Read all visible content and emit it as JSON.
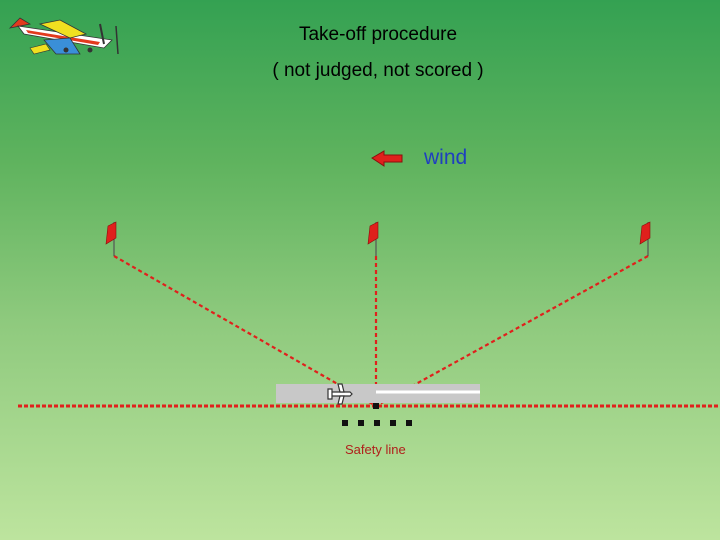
{
  "slide": {
    "title": "Take-off procedure",
    "subtitle": "( not judged, not scored )",
    "wind_label": "wind",
    "safety_label": "Safety line"
  },
  "icons": {
    "logo": "aerobatic-plane-logo-icon",
    "wind": "wind-arrow-icon",
    "flag": "flag-icon",
    "plane": "plane-icon"
  },
  "colors": {
    "dashed_lines": "#e0201c",
    "wind_text": "#1f3fbf",
    "safety_text": "#b0201c",
    "runway": "#c8c8c8"
  }
}
